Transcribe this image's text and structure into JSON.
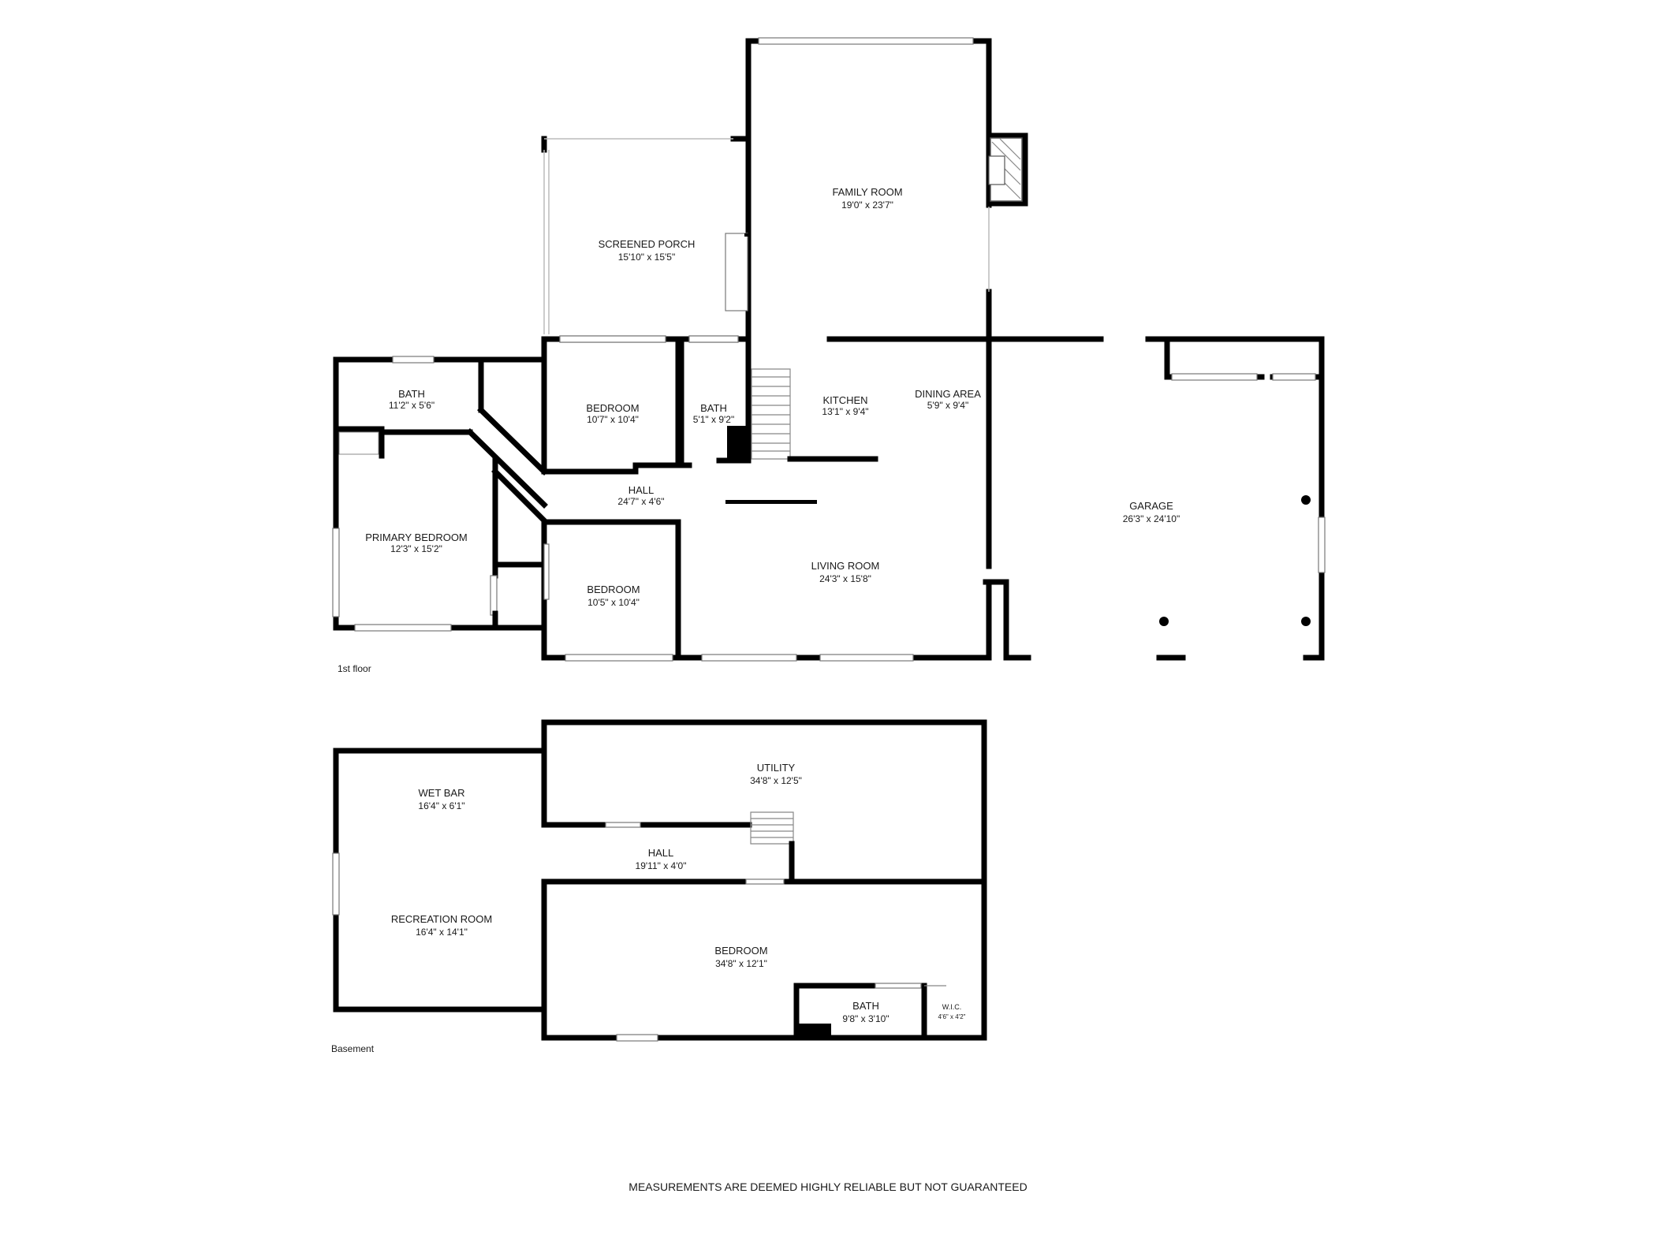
{
  "floors": [
    {
      "id": "first",
      "label": "1st floor"
    },
    {
      "id": "basement",
      "label": "Basement"
    }
  ],
  "rooms": {
    "family_room": {
      "name": "FAMILY ROOM",
      "dims": "19'0\" x 23'7\""
    },
    "screened_porch": {
      "name": "SCREENED PORCH",
      "dims": "15'10\" x 15'5\""
    },
    "bath_primary": {
      "name": "BATH",
      "dims": "11'2\" x 5'6\""
    },
    "bedroom_1": {
      "name": "BEDROOM",
      "dims": "10'7\" x 10'4\""
    },
    "bath_hall": {
      "name": "BATH",
      "dims": "5'1\" x 9'2\""
    },
    "kitchen": {
      "name": "KITCHEN",
      "dims": "13'1\" x 9'4\""
    },
    "dining_area": {
      "name": "DINING AREA",
      "dims": "5'9\" x 9'4\""
    },
    "hall_first": {
      "name": "HALL",
      "dims": "24'7\" x 4'6\""
    },
    "garage": {
      "name": "GARAGE",
      "dims": "26'3\" x 24'10\""
    },
    "primary_bedroom": {
      "name": "PRIMARY BEDROOM",
      "dims": "12'3\" x 15'2\""
    },
    "bedroom_2": {
      "name": "BEDROOM",
      "dims": "10'5\" x 10'4\""
    },
    "living_room": {
      "name": "LIVING ROOM",
      "dims": "24'3\" x 15'8\""
    },
    "utility": {
      "name": "UTILITY",
      "dims": "34'8\" x 12'5\""
    },
    "wet_bar": {
      "name": "WET BAR",
      "dims": "16'4\" x 6'1\""
    },
    "hall_basement": {
      "name": "HALL",
      "dims": "19'11\" x 4'0\""
    },
    "recreation_room": {
      "name": "RECREATION ROOM",
      "dims": "16'4\" x 14'1\""
    },
    "bedroom_basement": {
      "name": "BEDROOM",
      "dims": "34'8\" x 12'1\""
    },
    "bath_basement": {
      "name": "BATH",
      "dims": "9'8\" x 3'10\""
    },
    "wic": {
      "name": "W.I.C.",
      "dims": "4'6\" x 4'2\""
    }
  },
  "disclaimer": "MEASUREMENTS ARE DEEMED HIGHLY RELIABLE BUT NOT GUARANTEED"
}
